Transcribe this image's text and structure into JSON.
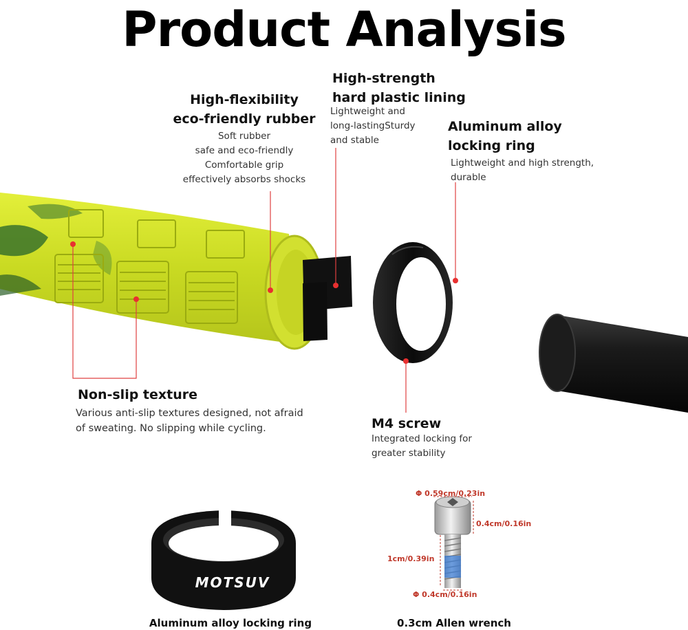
{
  "page_title": "Product Analysis",
  "features": {
    "rubber": {
      "heading": [
        "High-flexibility",
        "eco-friendly rubber"
      ],
      "lines": [
        "Soft rubber",
        "safe and eco-friendly",
        "Comfortable grip",
        "effectively absorbs shocks"
      ]
    },
    "lining": {
      "heading": [
        "High-strength",
        "hard plastic lining"
      ],
      "lines": [
        "Lightweight and",
        "long-lastingSturdy",
        "and stable"
      ]
    },
    "ring": {
      "heading": [
        "Aluminum alloy",
        "locking ring"
      ],
      "lines": [
        "Lightweight and high strength,",
        "durable"
      ]
    },
    "texture": {
      "heading": "Non-slip texture",
      "lines": [
        "Various anti-slip textures designed, not afraid",
        "of sweating. No slipping while cycling."
      ]
    },
    "screw": {
      "heading": "M4 screw",
      "lines": [
        "Integrated locking for",
        "greater stability"
      ]
    }
  },
  "ring_brand": "MOTSUV",
  "screw_dimensions": {
    "head_diameter": "Φ 0.59cm/0.23in",
    "head_height": "0.4cm/0.16in",
    "thread_length": "1cm/0.39in",
    "thread_diameter": "Φ 0.4cm/0.16in"
  },
  "captions": {
    "ring": "Aluminum alloy locking ring",
    "wrench": "0.3cm Allen wrench"
  },
  "colors": {
    "grip_yellow": "#cfe025",
    "grip_green": "#2f6b2a",
    "leader_red": "#e04040",
    "ring_black": "#111111"
  }
}
